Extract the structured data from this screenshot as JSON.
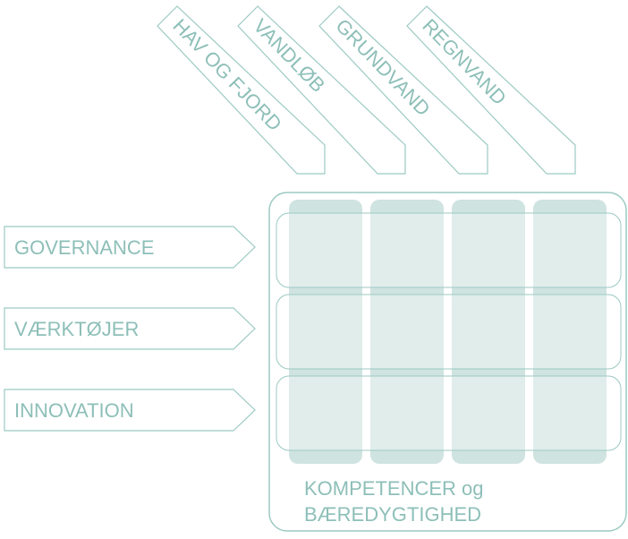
{
  "diagram": {
    "columns": [
      {
        "label": "HAV OG FJORD"
      },
      {
        "label": "VANDLØB"
      },
      {
        "label": "GRUNDVAND"
      },
      {
        "label": "REGNVAND"
      }
    ],
    "rows": [
      {
        "label": "GOVERNANCE"
      },
      {
        "label": "VÆRKTØJER"
      },
      {
        "label": "INNOVATION"
      }
    ],
    "footer": {
      "line1": "KOMPETENCER og",
      "line2": "BÆREDYGTIGHED"
    },
    "colors": {
      "stroke": "#9ccac3",
      "text": "#8dbfb8",
      "column_fill": "#cfe3e0",
      "band_fill": "#eef5f4"
    }
  }
}
